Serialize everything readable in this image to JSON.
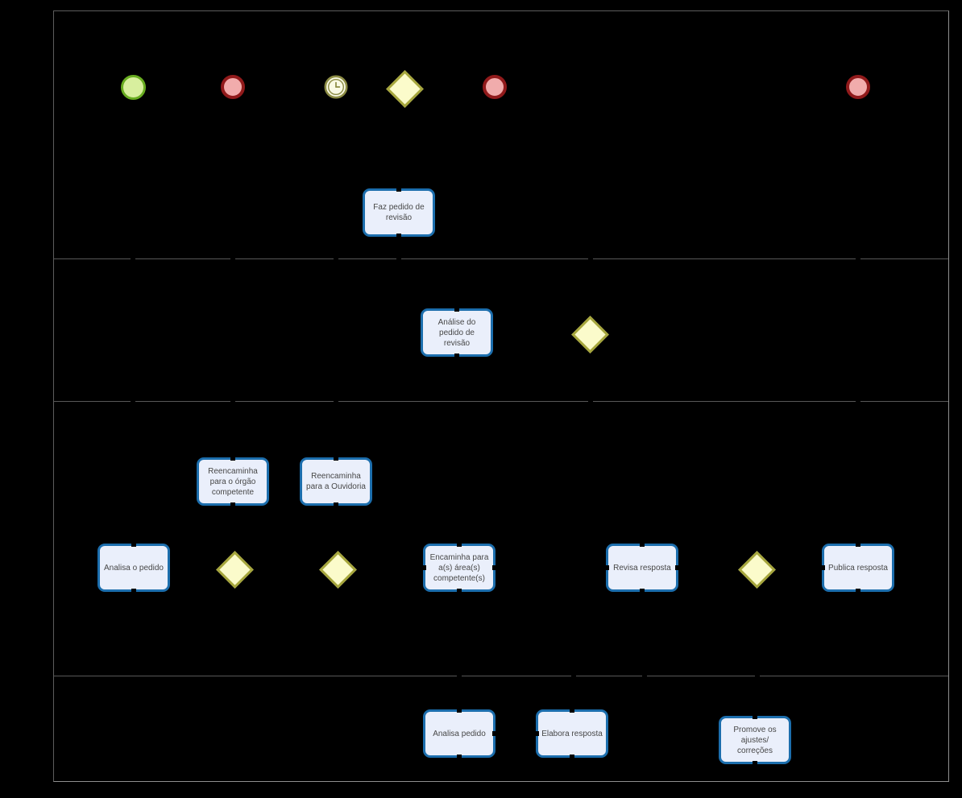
{
  "diagram": {
    "kind": "BPMN process flow (review of information request)",
    "lane_count": 4,
    "background": "#000000"
  },
  "colors": {
    "bg": "#000000",
    "pool_border_dark": "#5c5c5c",
    "pool_border_light": "#8f8f8f",
    "line": "#585858",
    "task_fill": "#EAEFFB",
    "task_border": "#1C6EAD",
    "task_text": "#474747",
    "gateway_fill": "#FBFBCB",
    "gateway_border": "#A6A63C",
    "start_fill": "#D8EF9E",
    "start_border": "#68AC20",
    "end_fill": "#F1ACAC",
    "end_border": "#911A1B",
    "timer_fill": "#FAFAE4",
    "timer_stroke": "#8C8C44"
  },
  "tasks": {
    "faz_pedido": {
      "label": "Faz pedido de\nrevisão"
    },
    "analise_pedido_revisao": {
      "label": "Análise do\npedido de\nrevisão"
    },
    "reencaminha_orgao": {
      "label": "Reencaminha\npara o órgão\ncompetente"
    },
    "reencaminha_ouvidoria": {
      "label": "Reencaminha\npara a Ouvidoria"
    },
    "analisa_o_pedido": {
      "label": "Analisa o pedido"
    },
    "encaminha_areas": {
      "label": "Encaminha para\na(s) área(s)\ncompetente(s)"
    },
    "revisa_resposta": {
      "label": "Revisa resposta"
    },
    "publica_resposta": {
      "label": "Publica resposta"
    },
    "analisa_pedido": {
      "label": "Analisa pedido"
    },
    "elabora_resposta": {
      "label": "Elabora resposta"
    },
    "promove_ajustes": {
      "label": "Promove os\najustes/\ncorreções"
    }
  },
  "events": {
    "start": {
      "type": "start-event"
    },
    "end_1": {
      "type": "end-event"
    },
    "timer": {
      "type": "timer-intermediate-event"
    },
    "end_2": {
      "type": "end-event"
    },
    "end_3": {
      "type": "end-event"
    }
  },
  "gateways": {
    "g1": {
      "type": "gateway"
    },
    "g2": {
      "type": "gateway"
    },
    "g3": {
      "type": "gateway"
    },
    "g4": {
      "type": "gateway"
    },
    "g5": {
      "type": "gateway"
    }
  }
}
